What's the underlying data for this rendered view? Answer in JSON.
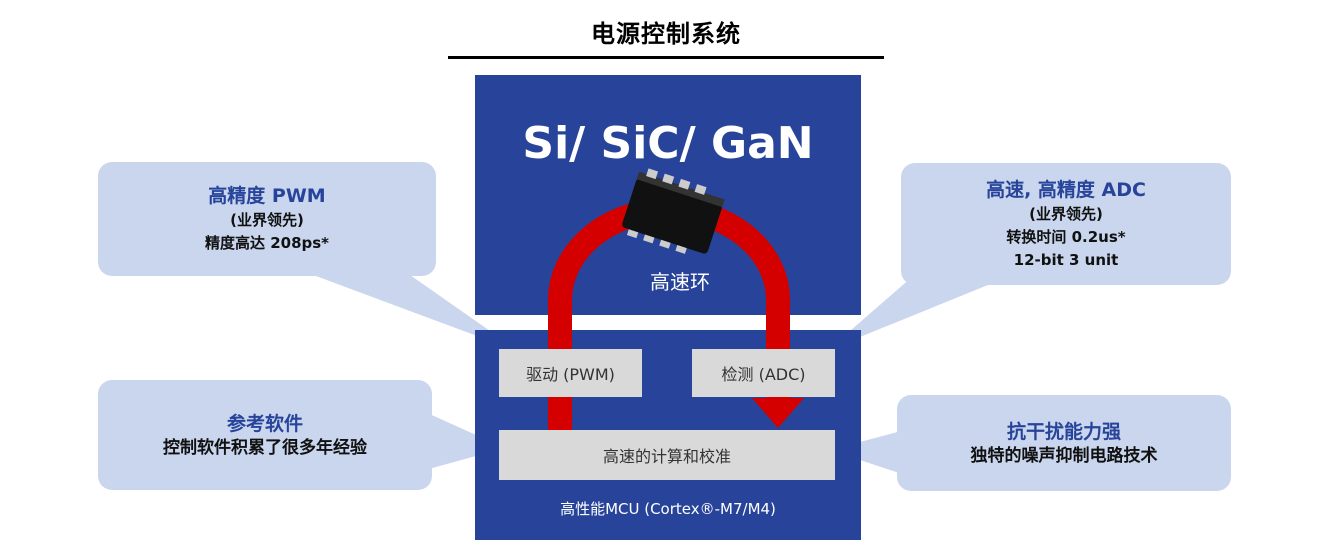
{
  "title": "电源控制系统",
  "material": "Si/ SiC/ GaN",
  "loop_label": "高速环",
  "mcu_label": "高性能MCU (Cortex®-M7/M4)",
  "boxes": {
    "drive": "驱动 (PWM)",
    "detect": "检测 (ADC)",
    "compute": "高速的计算和校准"
  },
  "callouts": {
    "pwm": {
      "heading": "高精度 PWM",
      "lines": [
        "(业界领先)",
        "精度高达 208ps*"
      ]
    },
    "adc": {
      "heading": "高速, 高精度 ADC",
      "lines": [
        "(业界领先)",
        "转换时间 0.2us*",
        "12-bit 3 unit"
      ]
    },
    "software": {
      "heading": "参考软件",
      "lines": [
        "控制软件积累了很多年经验"
      ]
    },
    "noise": {
      "heading": "抗干扰能力强",
      "lines": [
        "独特的噪声抑制电路技术"
      ]
    }
  },
  "colors": {
    "block": "#27449a",
    "callout": "#c9d6ee",
    "arrow": "#d40000",
    "box": "#d9d9d9"
  }
}
